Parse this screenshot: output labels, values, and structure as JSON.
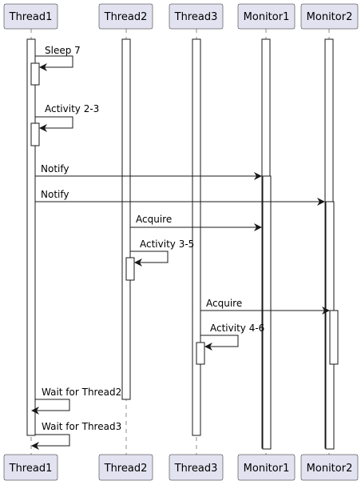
{
  "participants": [
    "Thread1",
    "Thread2",
    "Thread3",
    "Monitor1",
    "Monitor2"
  ],
  "messages": [
    {
      "from": "Thread1",
      "to": "Thread1",
      "label": "Sleep  7"
    },
    {
      "from": "Thread1",
      "to": "Thread1",
      "label": "Activity 2-3"
    },
    {
      "from": "Thread1",
      "to": "Monitor1",
      "label": "Notify"
    },
    {
      "from": "Thread1",
      "to": "Monitor2",
      "label": "Notify"
    },
    {
      "from": "Thread2",
      "to": "Monitor1",
      "label": "Acquire"
    },
    {
      "from": "Thread2",
      "to": "Thread2",
      "label": "Activity 3-5"
    },
    {
      "from": "Thread3",
      "to": "Monitor2",
      "label": "Acquire"
    },
    {
      "from": "Thread3",
      "to": "Thread3",
      "label": "Activity 4-6"
    },
    {
      "from": "Thread1",
      "to": "Thread1",
      "label": "Wait for Thread2"
    },
    {
      "from": "Thread1",
      "to": "Thread1",
      "label": "Wait for Thread3"
    }
  ]
}
